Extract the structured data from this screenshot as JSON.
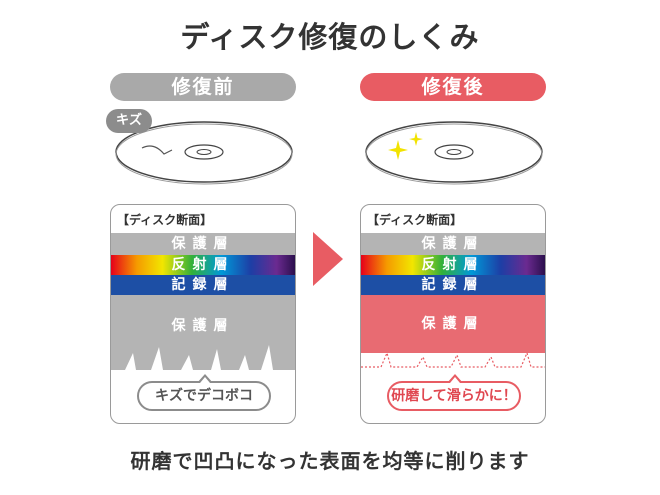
{
  "title": "ディスク修復のしくみ",
  "before": {
    "header": "修復前",
    "scratch_bubble": "キズ",
    "panel_title": "【ディスク断面】",
    "layers": [
      "保護層",
      "反射層",
      "記録層",
      "保護層"
    ],
    "callout": "キズでデコボコ"
  },
  "after": {
    "header": "修復後",
    "panel_title": "【ディスク断面】",
    "layers": [
      "保護層",
      "反射層",
      "記録層",
      "保護層"
    ],
    "callout": "研磨して滑らかに！"
  },
  "footer": "研磨で凹凸になった表面を均等に削ります",
  "colors": {
    "gray_header": "#a9a9a9",
    "red_accent": "#e85c63",
    "record_layer": "#1d4fa5",
    "protect_layer_gray": "#b4b4b4",
    "protect_layer_red": "#e86b72",
    "sparkle": "#f2e300"
  }
}
